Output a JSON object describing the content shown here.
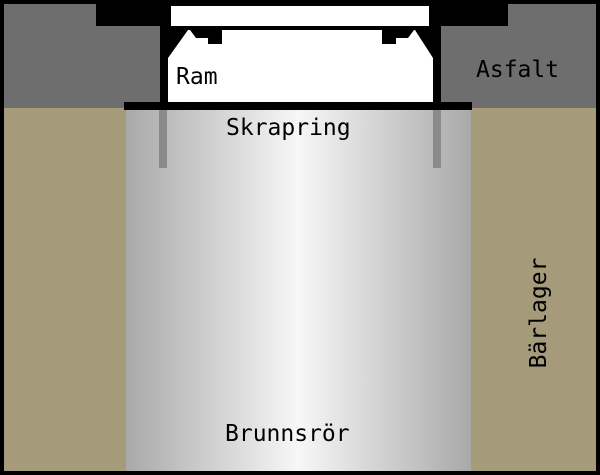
{
  "labels": {
    "frame": "Ram",
    "asphalt": "Asfalt",
    "scraper_ring": "Skrapring",
    "base_layer": "Bärlager",
    "well_pipe": "Brunnsrör"
  },
  "colors": {
    "border": "#000000",
    "asphalt": "#6e6e6e",
    "base_layer": "#a59b7a",
    "pipe_edge": "#a9a9a9",
    "pipe_center": "#f7f7f7",
    "frame_inner": "#ffffff",
    "steel_guide": "#8a8a8a"
  }
}
